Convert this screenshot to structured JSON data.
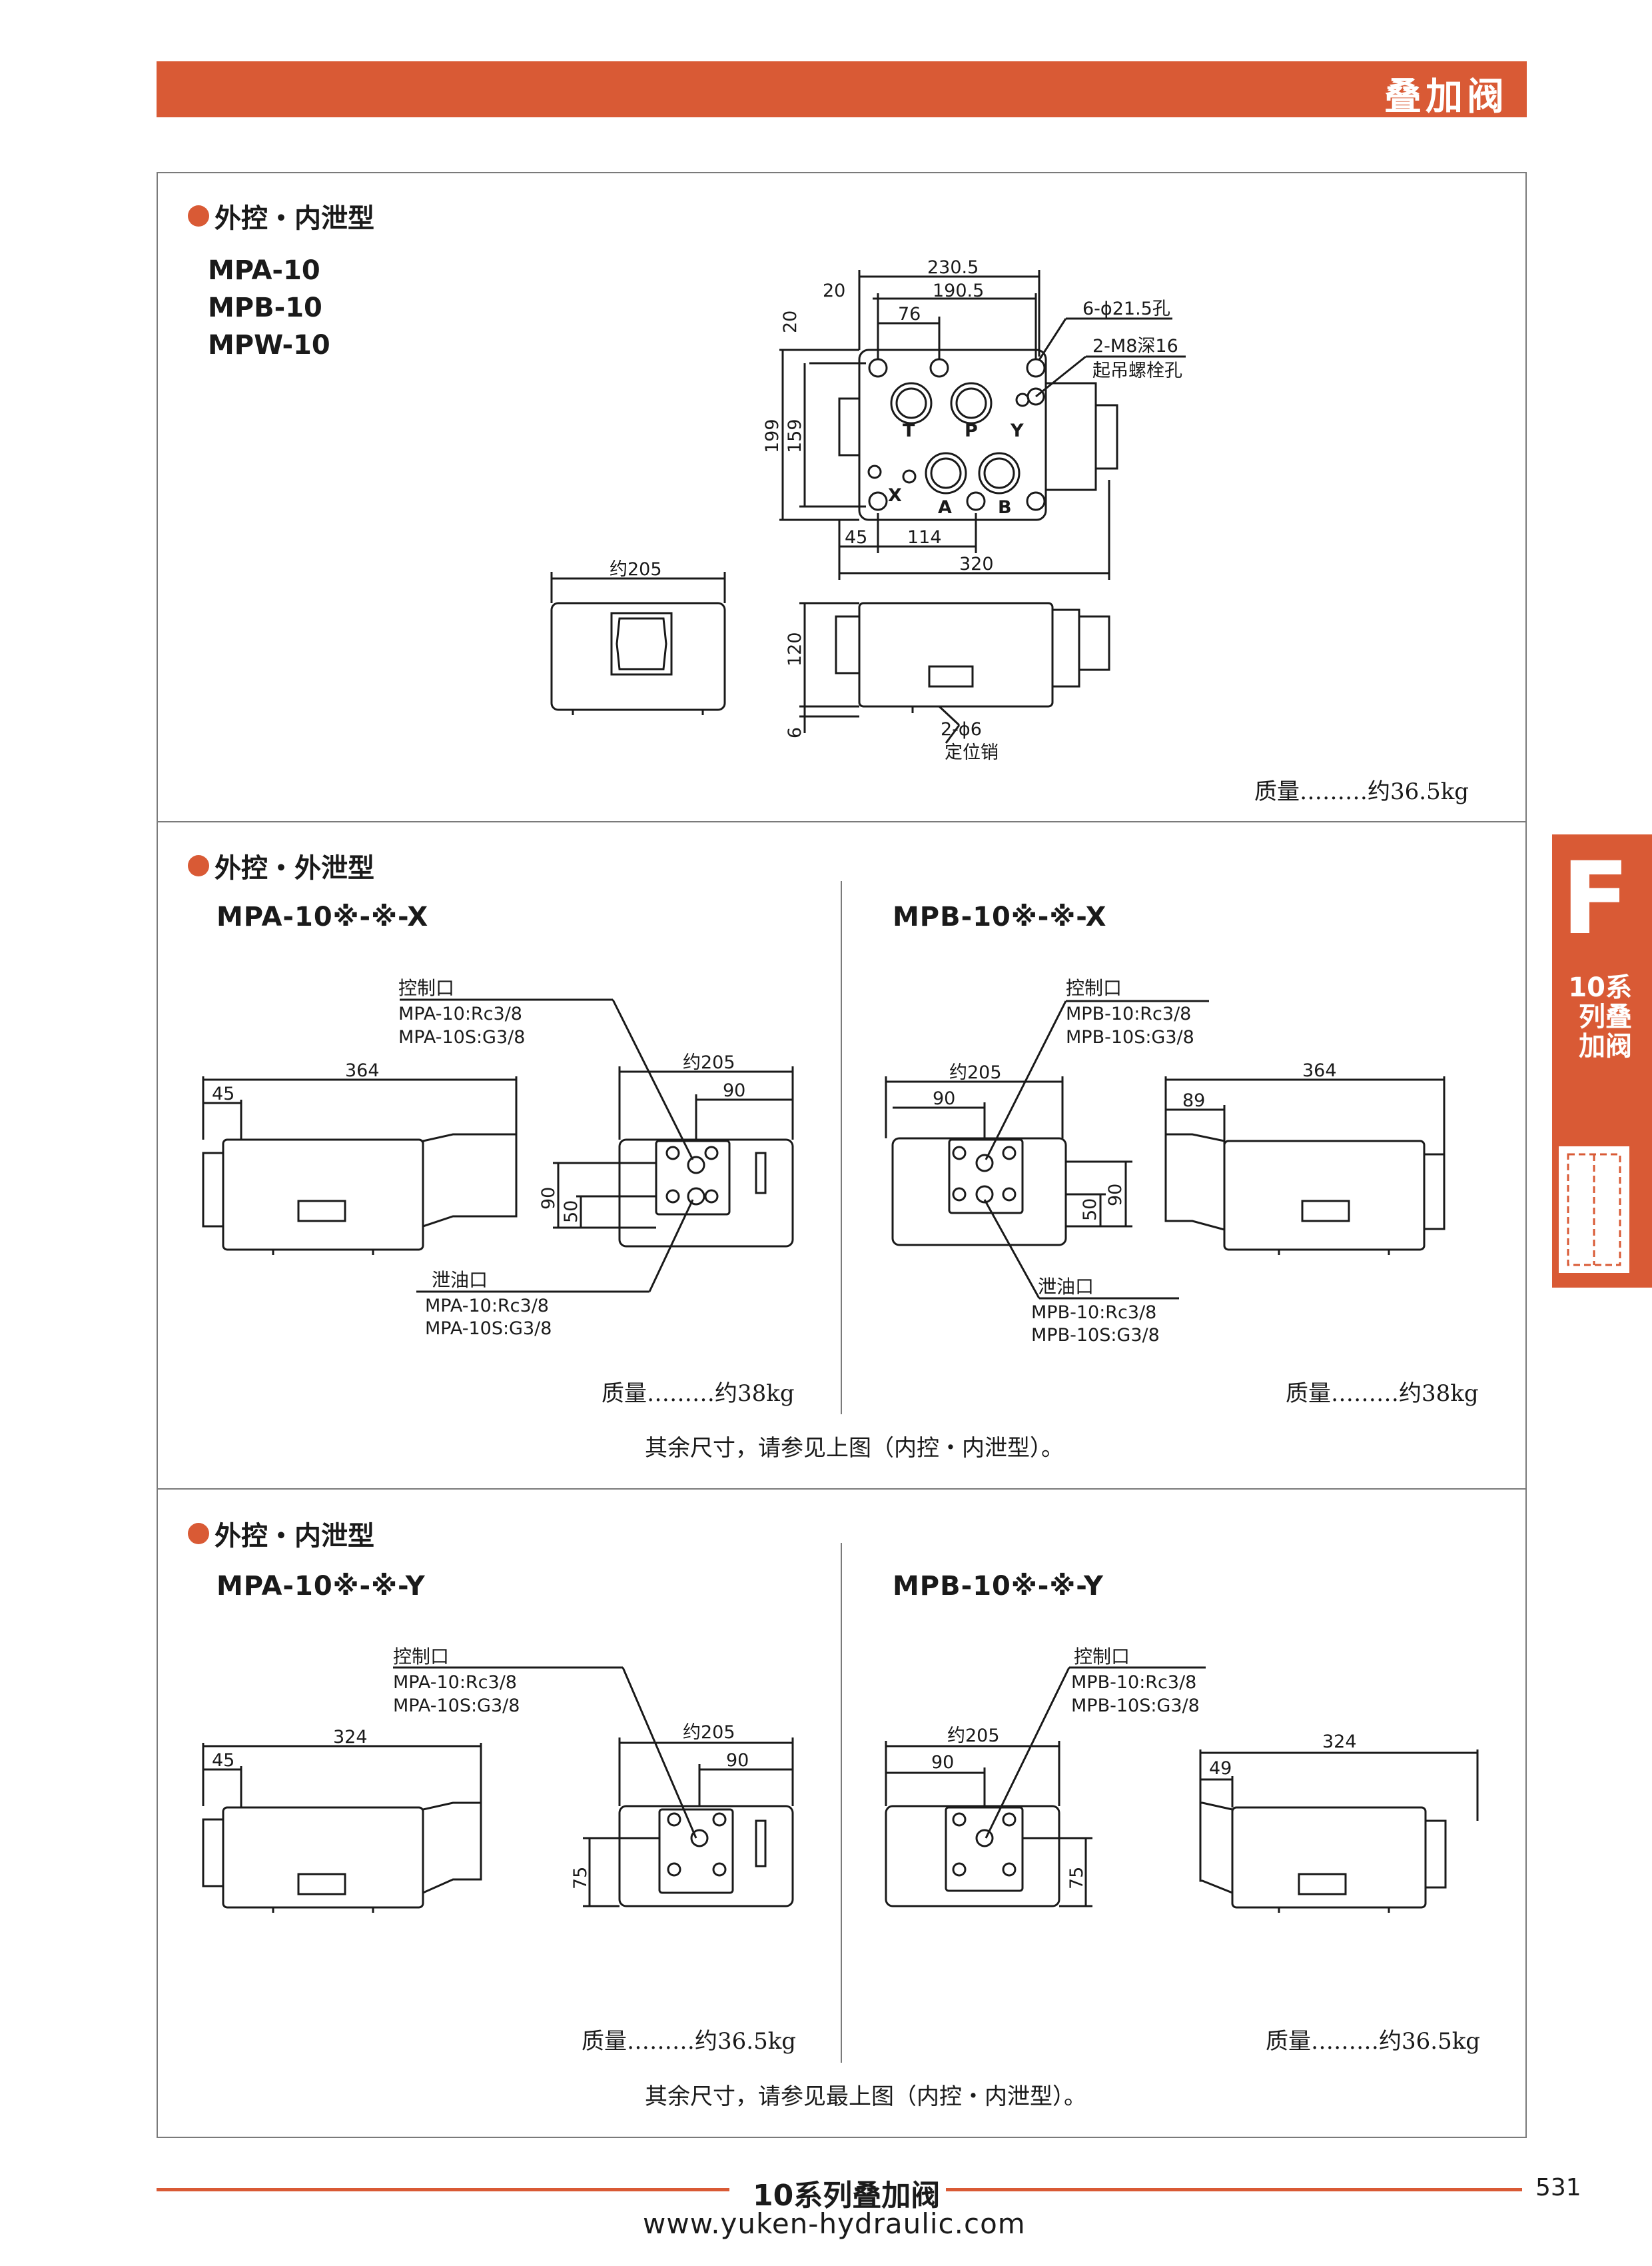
{
  "header": {
    "title": "叠加阀"
  },
  "section1": {
    "heading": "外控・内泄型",
    "models": [
      "MPA-10",
      "MPB-10",
      "MPW-10"
    ],
    "dims": {
      "d230_5": "230.5",
      "d20a": "20",
      "d190_5": "190.5",
      "d76": "76",
      "d20b": "20",
      "d199": "199",
      "d159": "159",
      "d45": "45",
      "d114": "114",
      "d320": "320",
      "d205": "约205",
      "d120": "120",
      "d6": "6"
    },
    "ports": {
      "T": "T",
      "P": "P",
      "Y": "Y",
      "X": "X",
      "A": "A",
      "B": "B"
    },
    "labels": {
      "holes": "6-ϕ21.5孔",
      "bolt": "2-M8深16",
      "lift": "起吊螺栓孔",
      "pin": "2-ϕ6",
      "pin_name": "定位销"
    },
    "weight": "质量………约36.5kg"
  },
  "section2": {
    "heading": "外控・外泄型",
    "left": {
      "model": "MPA-10※-※-X",
      "ctrl": [
        "控制口",
        "MPA-10:Rc3/8",
        "MPA-10S:G3/8"
      ],
      "drain": [
        "泄油口",
        "MPA-10:Rc3/8",
        "MPA-10S:G3/8"
      ],
      "dims": {
        "d364": "364",
        "d45": "45",
        "d205": "约205",
        "d90h": "90",
        "d90v": "90",
        "d50": "50"
      },
      "weight": "质量………约38kg"
    },
    "right": {
      "model": "MPB-10※-※-X",
      "ctrl": [
        "控制口",
        "MPB-10:Rc3/8",
        "MPB-10S:G3/8"
      ],
      "drain": [
        "泄油口",
        "MPB-10:Rc3/8",
        "MPB-10S:G3/8"
      ],
      "dims": {
        "d205": "约205",
        "d90h": "90",
        "d364": "364",
        "d89": "89",
        "d50": "50",
        "d90v": "90"
      },
      "weight": "质量………约38kg"
    },
    "note": "其余尺寸，请参见上图（内控・内泄型）。"
  },
  "section3": {
    "heading": "外控・内泄型",
    "left": {
      "model": "MPA-10※-※-Y",
      "ctrl": [
        "控制口",
        "MPA-10:Rc3/8",
        "MPA-10S:G3/8"
      ],
      "dims": {
        "d324": "324",
        "d45": "45",
        "d205": "约205",
        "d90": "90",
        "d75": "75"
      },
      "weight": "质量………约36.5kg"
    },
    "right": {
      "model": "MPB-10※-※-Y",
      "ctrl": [
        "控制口",
        "MPB-10:Rc3/8",
        "MPB-10S:G3/8"
      ],
      "dims": {
        "d205": "约205",
        "d90": "90",
        "d324": "324",
        "d49": "49",
        "d75": "75"
      },
      "weight": "质量………约36.5kg"
    },
    "note": "其余尺寸，请参见最上图（内控・内泄型）。"
  },
  "side_tab": {
    "letter": "F",
    "text": "10系列叠加阀"
  },
  "footer": {
    "title": "10系列叠加阀",
    "page": "531",
    "url": "www.yuken-hydraulic.com"
  },
  "colors": {
    "accent": "#d95a35",
    "line": "#1a1a1a",
    "frame": "#7a7a7a"
  }
}
